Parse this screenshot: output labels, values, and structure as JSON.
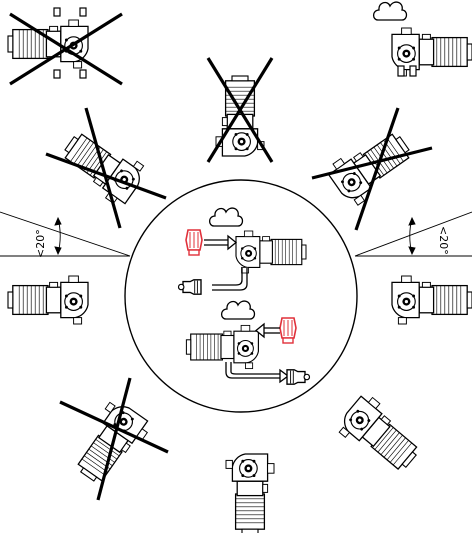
{
  "angle_labels": {
    "left": "<20°",
    "right": "<20°"
  },
  "colors": {
    "line": "#000000",
    "valve_accent": "#e0303a",
    "background": "#ffffff"
  },
  "orientations": [
    {
      "id": "top-left",
      "allowed": false
    },
    {
      "id": "top-center",
      "allowed": false
    },
    {
      "id": "top-right",
      "allowed": true
    },
    {
      "id": "upper-left",
      "allowed": false
    },
    {
      "id": "upper-right",
      "allowed": false
    },
    {
      "id": "mid-left",
      "allowed": true
    },
    {
      "id": "mid-right",
      "allowed": true
    },
    {
      "id": "lower-left",
      "allowed": false
    },
    {
      "id": "lower-right",
      "allowed": true
    },
    {
      "id": "bottom-center",
      "allowed": true
    }
  ]
}
